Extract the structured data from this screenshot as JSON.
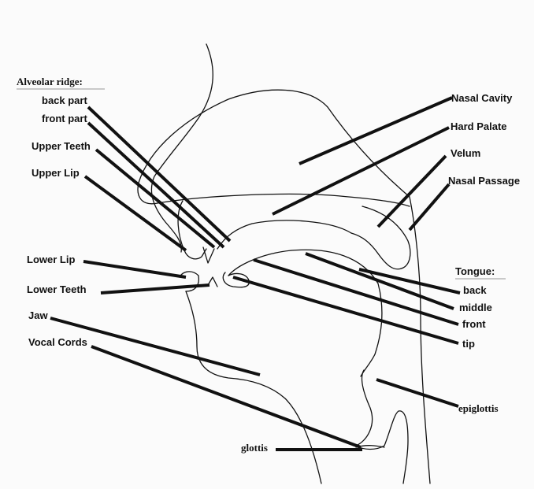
{
  "diagram": {
    "groups": {
      "alveolar_ridge": "Alveolar ridge:",
      "tongue": "Tongue:"
    },
    "labels": {
      "back_part": "back part",
      "front_part": "front part",
      "upper_teeth": "Upper Teeth",
      "upper_lip": "Upper Lip",
      "lower_lip": "Lower Lip",
      "lower_teeth": "Lower Teeth",
      "jaw": "Jaw",
      "vocal_cords": "Vocal Cords",
      "nasal_cavity": "Nasal Cavity",
      "hard_palate": "Hard Palate",
      "velum": "Velum",
      "nasal_passage": "Nasal Passage",
      "tongue_back": "back",
      "tongue_middle": "middle",
      "tongue_front": "front",
      "tongue_tip": "tip",
      "epiglottis": "epiglottis",
      "glottis": "glottis"
    },
    "colors": {
      "ink": "#111111",
      "background": "#fbfbfb",
      "underline": "#c9c9c9"
    }
  }
}
